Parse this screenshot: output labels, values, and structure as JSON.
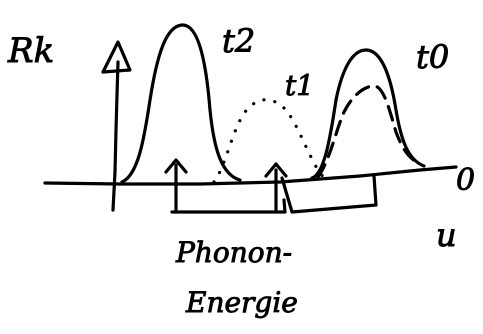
{
  "labels": {
    "y_axis": "Rk",
    "x_axis": "u",
    "origin": "0",
    "curve_t2": "t2",
    "curve_t1": "t1",
    "curve_t0": "t0",
    "phonon_line1": "Phonon-",
    "phonon_line2": "Energie"
  },
  "colors": {
    "ink": "#000000",
    "paper": "#ffffff"
  }
}
